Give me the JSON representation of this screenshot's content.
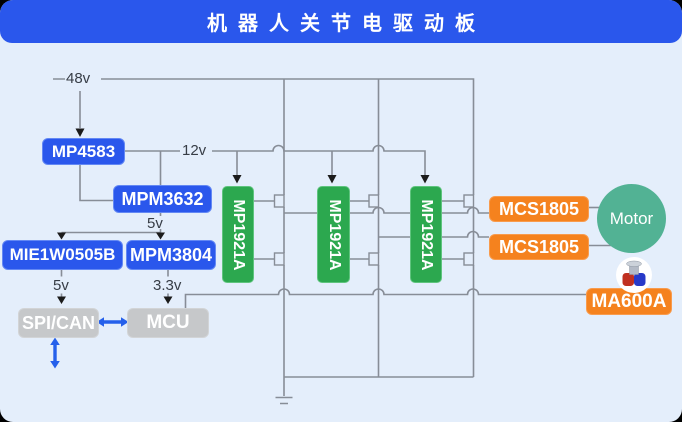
{
  "title": "机器人关节电驱动板",
  "power": {
    "input": "48v",
    "bus12": "12v",
    "bus5_mid": "5v",
    "bus5_low": "5v",
    "bus3v3": "3.3v"
  },
  "blocks": {
    "buck_48_12": "MP4583",
    "buck_12_5": "MPM3632",
    "iso_dcdc": "MIE1W0505B",
    "buck_5_3v3": "MPM3804",
    "comm_interface": "SPI/CAN",
    "mcu": "MCU",
    "gate_drivers": [
      {
        "label": "MP1921A"
      },
      {
        "label": "MP1921A"
      },
      {
        "label": "MP1921A"
      }
    ],
    "current_sensors": [
      {
        "label": "MCS1805"
      },
      {
        "label": "MCS1805"
      }
    ],
    "motor": "Motor",
    "angle_sensor": "MA600A"
  },
  "colors": {
    "header_bg": "#2A57EC",
    "block_blue": "#2A57EC",
    "block_green": "#2CA84F",
    "block_orange": "#F5821E",
    "block_gray": "#C6C8CA",
    "motor_teal": "#52B294",
    "wire": "#878D97",
    "canvas_bg": "#E4EEFB",
    "arrow_blue": "#2560EB",
    "magnet_red": "#C03020",
    "magnet_blue": "#2739C8"
  }
}
